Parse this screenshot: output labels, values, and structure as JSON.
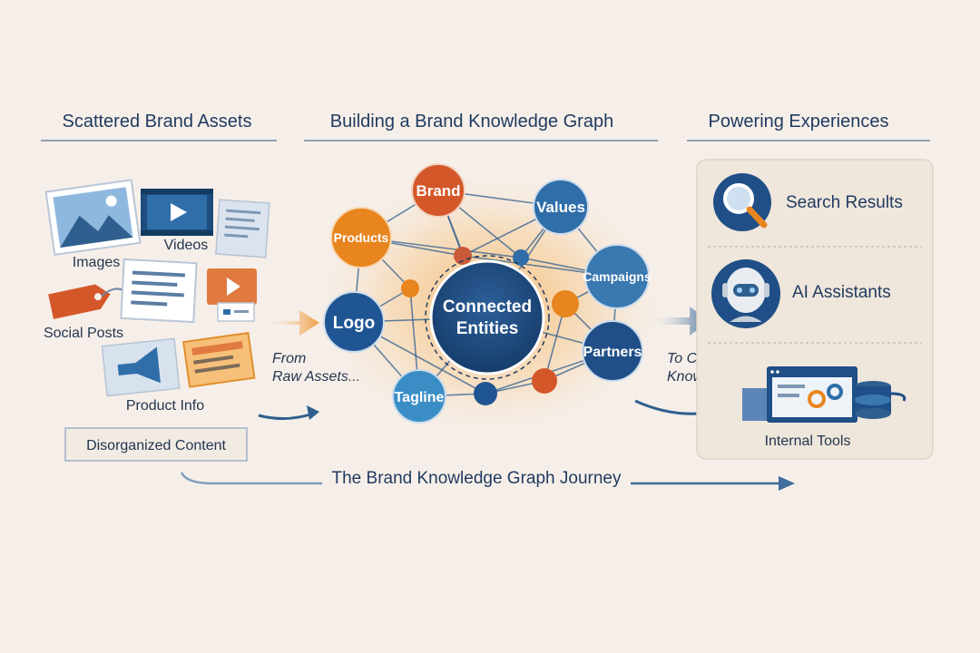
{
  "headings": {
    "left": "Scattered Brand Assets",
    "center": "Building a Brand Knowledge Graph",
    "right": "Powering Experiences"
  },
  "assets": {
    "images": "Images",
    "videos": "Videos",
    "social_posts": "Social Posts",
    "product_info": "Product Info",
    "disorganized": "Disorganized Content"
  },
  "flow": {
    "from_line1": "From",
    "from_line2": "Raw Assets...",
    "to_line1": "To Connected",
    "to_line2": "Knowledge...",
    "journey": "The Brand Knowledge Graph Journey"
  },
  "graph": {
    "center_line1": "Connected",
    "center_line2": "Entities",
    "brand": "Brand",
    "values": "Values",
    "products": "Products",
    "campaigns": "Campaigns",
    "logo": "Logo",
    "partners": "Partners",
    "tagline": "Tagline"
  },
  "experiences": {
    "search": "Search Results",
    "ai": "AI Assistants",
    "tools": "Internal Tools"
  },
  "colors": {
    "navy": "#1f4f86",
    "blue": "#2f6ea8",
    "orange": "#e8851f",
    "red_orange": "#d4572a",
    "text": "#1f3a5f"
  }
}
